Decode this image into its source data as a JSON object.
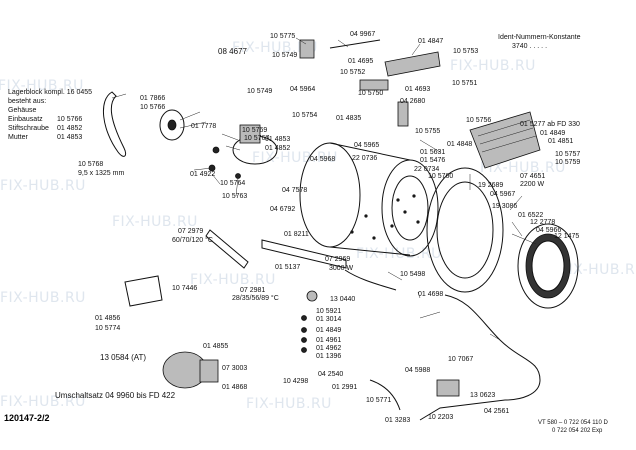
{
  "header": {
    "ident_title": "Ident-Nummern-Konstante",
    "ident_value": "3740 . . . . ."
  },
  "watermarks": [
    "FIX-HUB.RU",
    "FIX-HUB.RU",
    "FIX-HUB.RU",
    "FIX-HUB.RU",
    "FIX-HUB.RU",
    "FIX-HUB.RU",
    "FIX-HUB.RU",
    "FIX-HUB.RU",
    "FIX-HUB.RU",
    "FIX-HUB.RU",
    "FIX-HUB.RU",
    "FIX-HUB.RU",
    "FIX-HUB.RU"
  ],
  "legend": {
    "line1": "Lagerblock kompl. 16 0455",
    "line2": "besteht aus:",
    "line3": "Gehäuse",
    "row1_name": "Einbausatz",
    "row1_num": "10 5766",
    "row2_name": "Stiftschraube",
    "row2_num": "01 4852",
    "row3_name": "Mutter",
    "row3_num": "01 4853"
  },
  "belt": {
    "part": "10 5768",
    "size": "9,5 x 1325 mm"
  },
  "parts": [
    "10 5775",
    "04 9967",
    "01 4847",
    "10 5753",
    "08 4677",
    "10 5749",
    "01 4695",
    "10 5752",
    "10 5751",
    "01 4693",
    "10 5750",
    "10 5749",
    "04 5964",
    "04 2680",
    "01 7866",
    "10 5766",
    "10 5754",
    "01 4835",
    "10 5755",
    "10 5756",
    "01 5277 ab FD 330",
    "01 7778",
    "10 5769",
    "01 4853",
    "10 5767",
    "01 4852",
    "04 5965",
    "22 0736",
    "01 4848",
    "01 4849",
    "01 4851",
    "01 5631",
    "01 5476",
    "22 0734",
    "10 5757",
    "10 5759",
    "04 5968",
    "01 4922",
    "10 5764",
    "04 7578",
    "10 5760",
    "07 4651",
    "2200 W",
    "10 5763",
    "04 5967",
    "19 2689",
    "19 3086",
    "04 6792",
    "01 6522",
    "12 2778",
    "04 5966",
    "07 2979",
    "60/70/120 °C",
    "01 8211",
    "12 1475",
    "07 2969",
    "3000 W",
    "01 5137",
    "10 5498",
    "13 0440",
    "01 4698",
    "07 2981",
    "28/35/56/89 °C",
    "10 7446",
    "01 4856",
    "10 5921",
    "01 3014",
    "10 5774",
    "01 4849",
    "01 4961",
    "01 4962",
    "01 4855",
    "01 1396",
    "13 0584 (AT)",
    "07 3003",
    "10 7067",
    "04 2540",
    "04 5988",
    "10 4298",
    "01 2991",
    "01 4868",
    "13 0623",
    "10 5771",
    "04 2561",
    "01 3283",
    "10 2203"
  ],
  "footer": {
    "umschalt": "Umschaltsatz 04 9960 bis FD 422",
    "doc_number": "120147-2/2",
    "vt_line1": "VT 580 – 0 722 054 110 D",
    "vt_line2": "0 722 054 202 Exp"
  }
}
